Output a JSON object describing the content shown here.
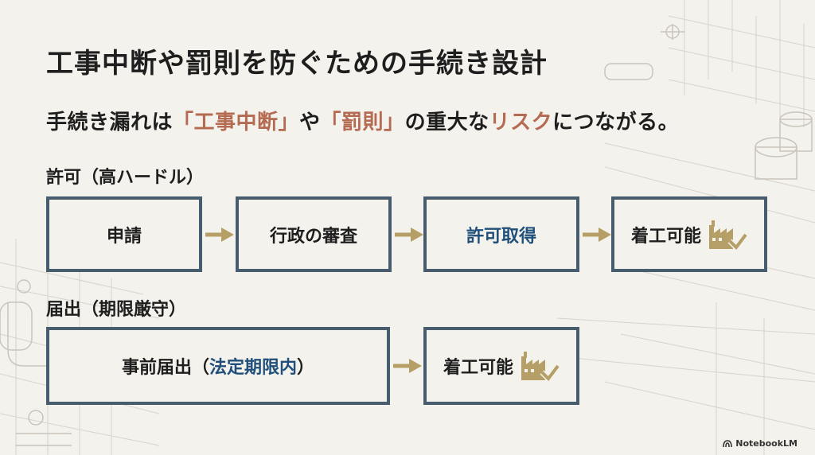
{
  "title": "工事中断や罰則を防ぐための手続き設計",
  "subtitle": {
    "part1": "手続き漏れは",
    "accent1": "「工事中断」",
    "part2": "や",
    "accent2": "「罰則」",
    "part3": "の重大な",
    "accent3": "リスク",
    "part4": "につながる。"
  },
  "permit": {
    "label": "許可（高ハードル）",
    "steps": [
      "申請",
      "行政の審査",
      "許可取得",
      "着工可能"
    ]
  },
  "notification": {
    "label": "届出（期限厳守）",
    "step1_main": "事前届出（",
    "step1_highlight": "法定期限内",
    "step1_end": "）",
    "step2": "着工可能"
  },
  "branding": "NotebookLM",
  "colors": {
    "box_border": "#475c6c",
    "arrow": "#b59f67",
    "accent": "#b56a52",
    "highlight_blue": "#1f4f7a",
    "icon": "#b59f67"
  },
  "icons": [
    "factory-check-icon",
    "right-arrow-icon",
    "notebooklm-logo-icon"
  ]
}
